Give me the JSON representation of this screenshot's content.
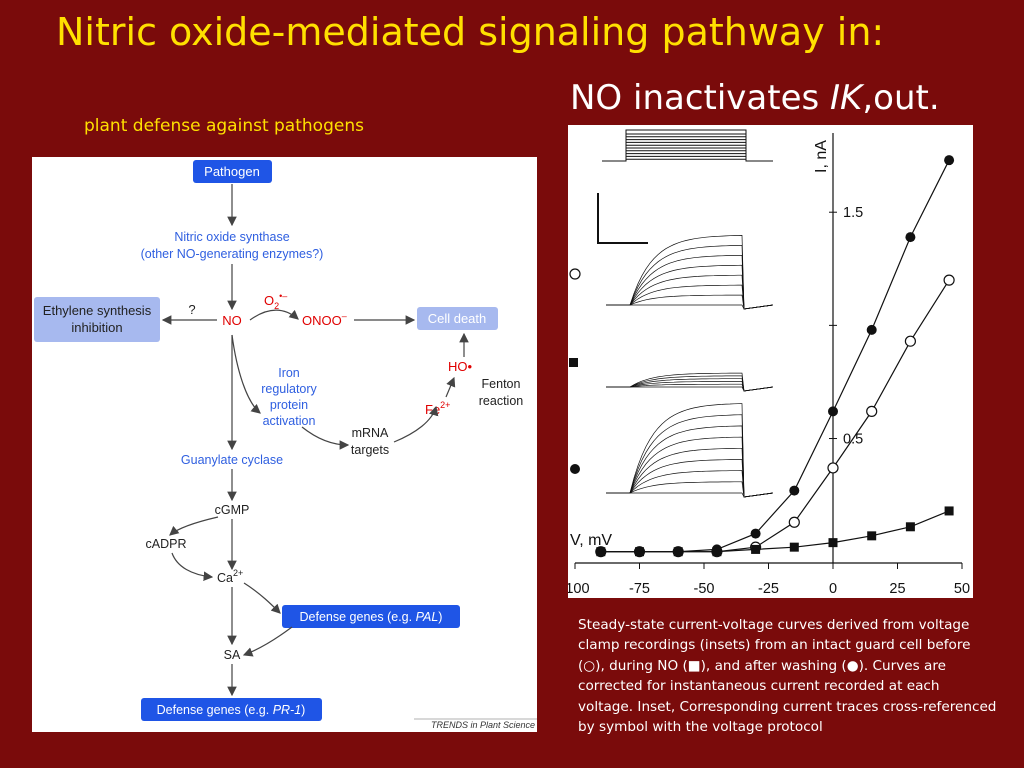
{
  "slide": {
    "title": "Nitric oxide-mediated signaling pathway in:",
    "subtitle_prefix": "NO inactivates ",
    "subtitle_italic": "IK",
    "subtitle_suffix": ",out.",
    "left_caption": "plant defense against pathogens",
    "caption": "Steady-state current-voltage curves derived from voltage clamp recordings (insets) from an intact guard cell before (○), during NO (■), and after washing (●). Curves are corrected for instantaneous current recorded at each voltage. Inset, Corresponding current traces cross-referenced by symbol with the voltage protocol"
  },
  "diagram": {
    "pathogen": "Pathogen",
    "nos_line1": "Nitric oxide synthase",
    "nos_line2": "(other NO-generating enzymes?)",
    "ethylene_line1": "Ethylene synthesis",
    "ethylene_line2": "inhibition",
    "question": "?",
    "no": "NO",
    "o2": "O",
    "o2_sub": "2",
    "o2_sup": "•–",
    "onoo": "ONOO",
    "onoo_sup": "–",
    "cell_death": "Cell death",
    "iron_line1": "Iron",
    "iron_line2": "regulatory",
    "iron_line3": "protein",
    "iron_line4": "activation",
    "ho": "HO•",
    "fenton_line1": "Fenton",
    "fenton_line2": "reaction",
    "fe": "Fe",
    "fe_sup": "2+",
    "mrna_line1": "mRNA",
    "mrna_line2": "targets",
    "guanylate": "Guanylate cyclase",
    "cgmp": "cGMP",
    "cadpr": "cADPR",
    "ca": "Ca",
    "ca_sup": "2+",
    "defense_pal_prefix": "Defense genes (e.g. ",
    "defense_pal_italic": "PAL",
    "defense_pal_suffix": ")",
    "sa": "SA",
    "defense_pr1_prefix": "Defense genes (e.g. ",
    "defense_pr1_italic": "PR-1",
    "defense_pr1_suffix": ")",
    "credit": "TRENDS in Plant Science",
    "colors": {
      "blue_box": "#1f55e6",
      "lavender_box": "#a7b9ef",
      "label_blue": "#2f5fe0",
      "red": "#e00000"
    }
  },
  "chart_data": {
    "type": "scatter",
    "xlabel": "V, mV",
    "ylabel": "I, nA",
    "xlim": [
      -100,
      50
    ],
    "ylim": [
      -0.05,
      1.85
    ],
    "x_ticks": [
      -100,
      -75,
      -50,
      -25,
      0,
      25,
      50
    ],
    "y_ticks": [
      0.5,
      1.5
    ],
    "series": [
      {
        "marker": "open-circle",
        "x": [
          -90,
          -75,
          -60,
          -45,
          -30,
          -15,
          0,
          15,
          30,
          45
        ],
        "y": [
          0.0,
          0.0,
          0.0,
          0.0,
          0.02,
          0.13,
          0.37,
          0.62,
          0.93,
          1.2
        ]
      },
      {
        "marker": "filled-circle",
        "x": [
          -90,
          -75,
          -60,
          -45,
          -30,
          -15,
          0,
          15,
          30,
          45
        ],
        "y": [
          0.0,
          0.0,
          0.0,
          0.01,
          0.08,
          0.27,
          0.62,
          0.98,
          1.39,
          1.73
        ]
      },
      {
        "marker": "filled-square",
        "x": [
          -90,
          -75,
          -60,
          -45,
          -30,
          -15,
          0,
          15,
          30,
          45
        ],
        "y": [
          0.0,
          0.0,
          0.0,
          0.0,
          0.01,
          0.02,
          0.04,
          0.07,
          0.11,
          0.18
        ]
      }
    ]
  }
}
